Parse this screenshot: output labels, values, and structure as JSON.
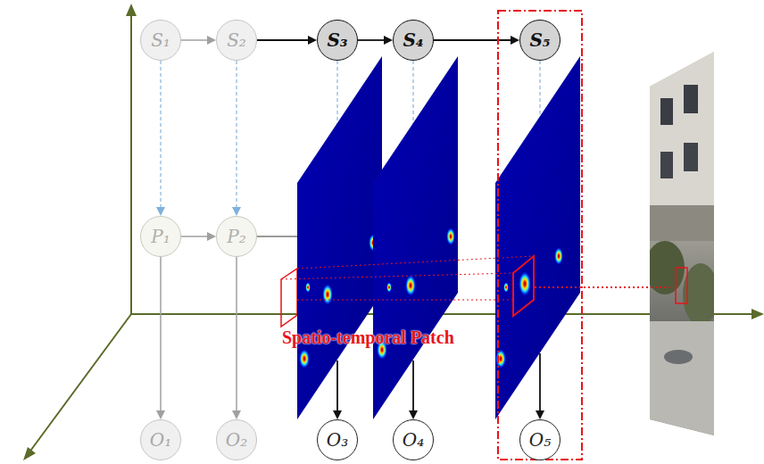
{
  "diagram": {
    "nodes": [
      {
        "text": [
          "S₁"
        ]
      },
      {
        "text": [
          "S₂"
        ]
      },
      {
        "text": [
          "S₃"
        ]
      },
      {
        "text": [
          "S₄"
        ]
      },
      {
        "text": [
          "S₅"
        ]
      },
      {
        "text": [
          "P₁"
        ]
      },
      {
        "text": [
          "P₂"
        ]
      },
      {
        "text": [
          "O₁"
        ]
      },
      {
        "text": [
          "O₂"
        ]
      },
      {
        "text": [
          "O₃"
        ]
      },
      {
        "text": [
          "O₄"
        ]
      },
      {
        "text": [
          "O₅"
        ]
      }
    ],
    "edges": [
      {
        "from": 0,
        "to": 1,
        "arrow": "to"
      },
      {
        "from": 1,
        "to": 2,
        "arrow": "to"
      },
      {
        "from": 2,
        "to": 3,
        "arrow": "to"
      },
      {
        "from": 3,
        "to": 4,
        "arrow": "to"
      },
      {
        "from": 0,
        "to": 5,
        "arrow": "to"
      },
      {
        "from": 1,
        "to": 6,
        "arrow": "to"
      },
      {
        "from": 5,
        "to": 6,
        "arrow": "to"
      },
      {
        "from": 5,
        "to": 7,
        "arrow": "to"
      },
      {
        "from": 6,
        "to": 8,
        "arrow": "to"
      },
      {
        "from": 2,
        "to": 9,
        "arrow": "to"
      },
      {
        "from": 3,
        "to": 10,
        "arrow": "to"
      },
      {
        "from": 4,
        "to": 11,
        "arrow": "to"
      }
    ],
    "labels": [
      "Spatio-temporal Patch"
    ]
  }
}
